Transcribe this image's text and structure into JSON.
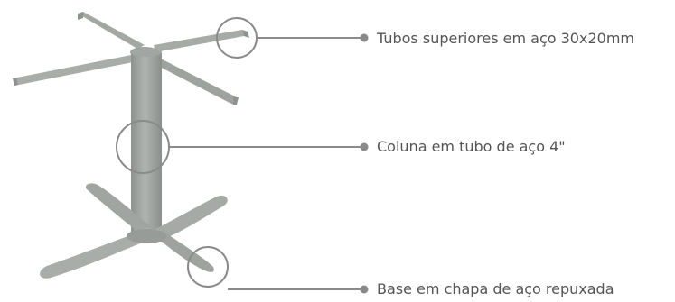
{
  "callouts": [
    {
      "label": "Tubos superiores em aço 30x20mm"
    },
    {
      "label": "Coluna em tubo de aço 4\""
    },
    {
      "label": "Base em chapa de aço repuxada"
    }
  ],
  "colors": {
    "metal": "#9ea3a0",
    "metal_light": "#b3b7b4",
    "metal_dark": "#858a87",
    "callout_line": "#8a8a8a",
    "text": "#555555"
  }
}
